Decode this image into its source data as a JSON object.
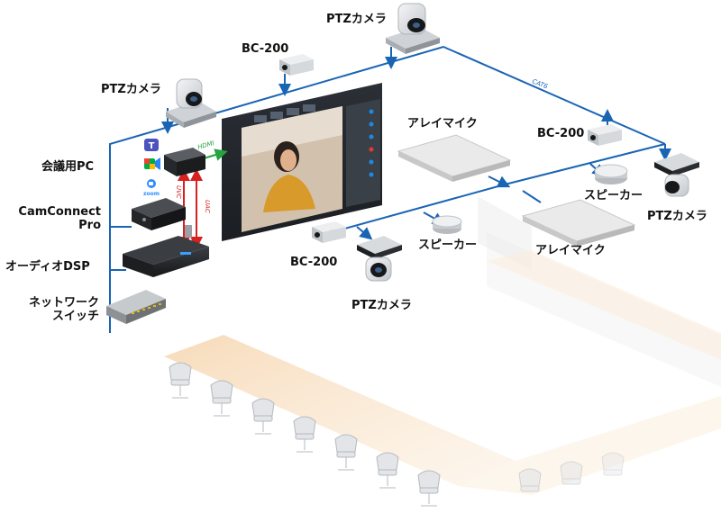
{
  "labels": {
    "ptz_top": "PTZカメラ",
    "bc200_top": "BC-200",
    "ptz_left": "PTZカメラ",
    "array_mic_top": "アレイマイク",
    "bc200_right": "BC-200",
    "speaker_right": "スピーカー",
    "ptz_right": "PTZカメラ",
    "meeting_pc": "会議用PC",
    "camconnect_pro_line1": "CamConnect",
    "camconnect_pro_line2": "Pro",
    "audio_dsp": "オーディオDSP",
    "network_switch_line1": "ネットワーク",
    "network_switch_line2": "スイッチ",
    "bc200_bottom": "BC-200",
    "speaker_center": "スピーカー",
    "array_mic_bottom": "アレイマイク",
    "ptz_bottom": "PTZカメラ"
  },
  "cable_labels": {
    "cat6": "CAT6",
    "hdmi": "HDMI",
    "uvc": "UVC",
    "uac": "UAC"
  },
  "app_badges": {
    "zoom": "zoom"
  },
  "colors": {
    "network_line": "#1a64b4",
    "hdmi_line": "#25a340",
    "usb_line": "#d82020",
    "table": "#f7dcbc",
    "teams": "#4b53bc"
  },
  "icons": [
    "teams-icon",
    "google-meet-icon",
    "zoom-icon"
  ]
}
